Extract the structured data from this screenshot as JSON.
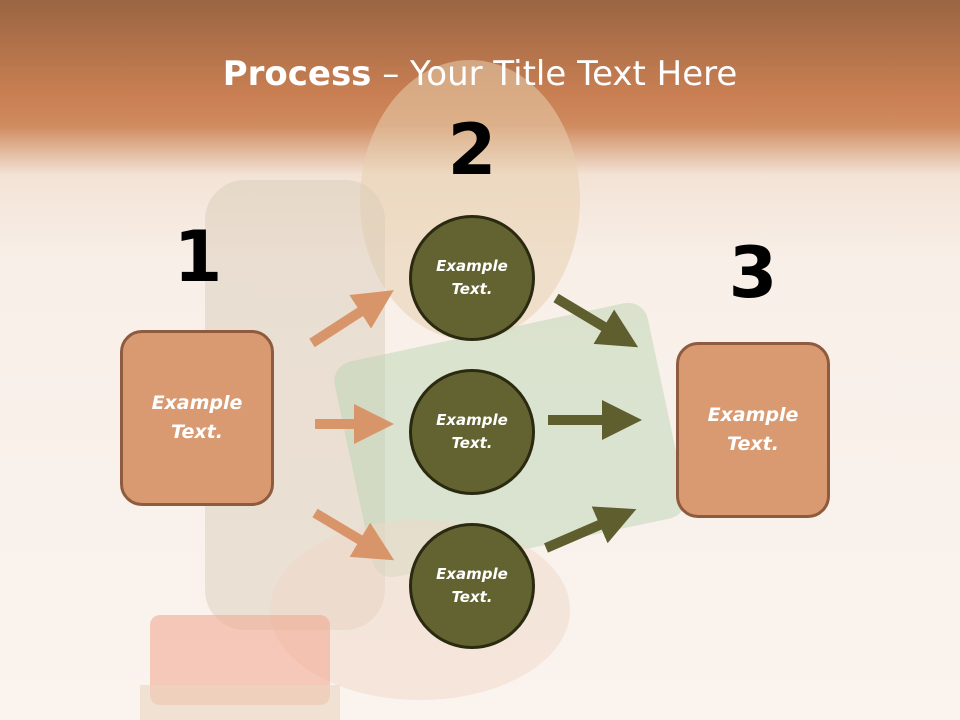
{
  "title": {
    "bold": "Process",
    "rest": " – Your Title Text Here"
  },
  "steps": [
    {
      "number": "1",
      "label": "Example Text."
    },
    {
      "number": "2",
      "labels": [
        "Example Text.",
        "Example Text.",
        "Example Text."
      ]
    },
    {
      "number": "3",
      "label": "Example Text."
    }
  ],
  "colors": {
    "header": "#c97f52",
    "box_fill": "#d99a72",
    "box_border": "#8e5b3e",
    "circle_fill": "#636332",
    "orange_arrow": "#d9956a",
    "green_arrow": "#5e5e2e"
  }
}
